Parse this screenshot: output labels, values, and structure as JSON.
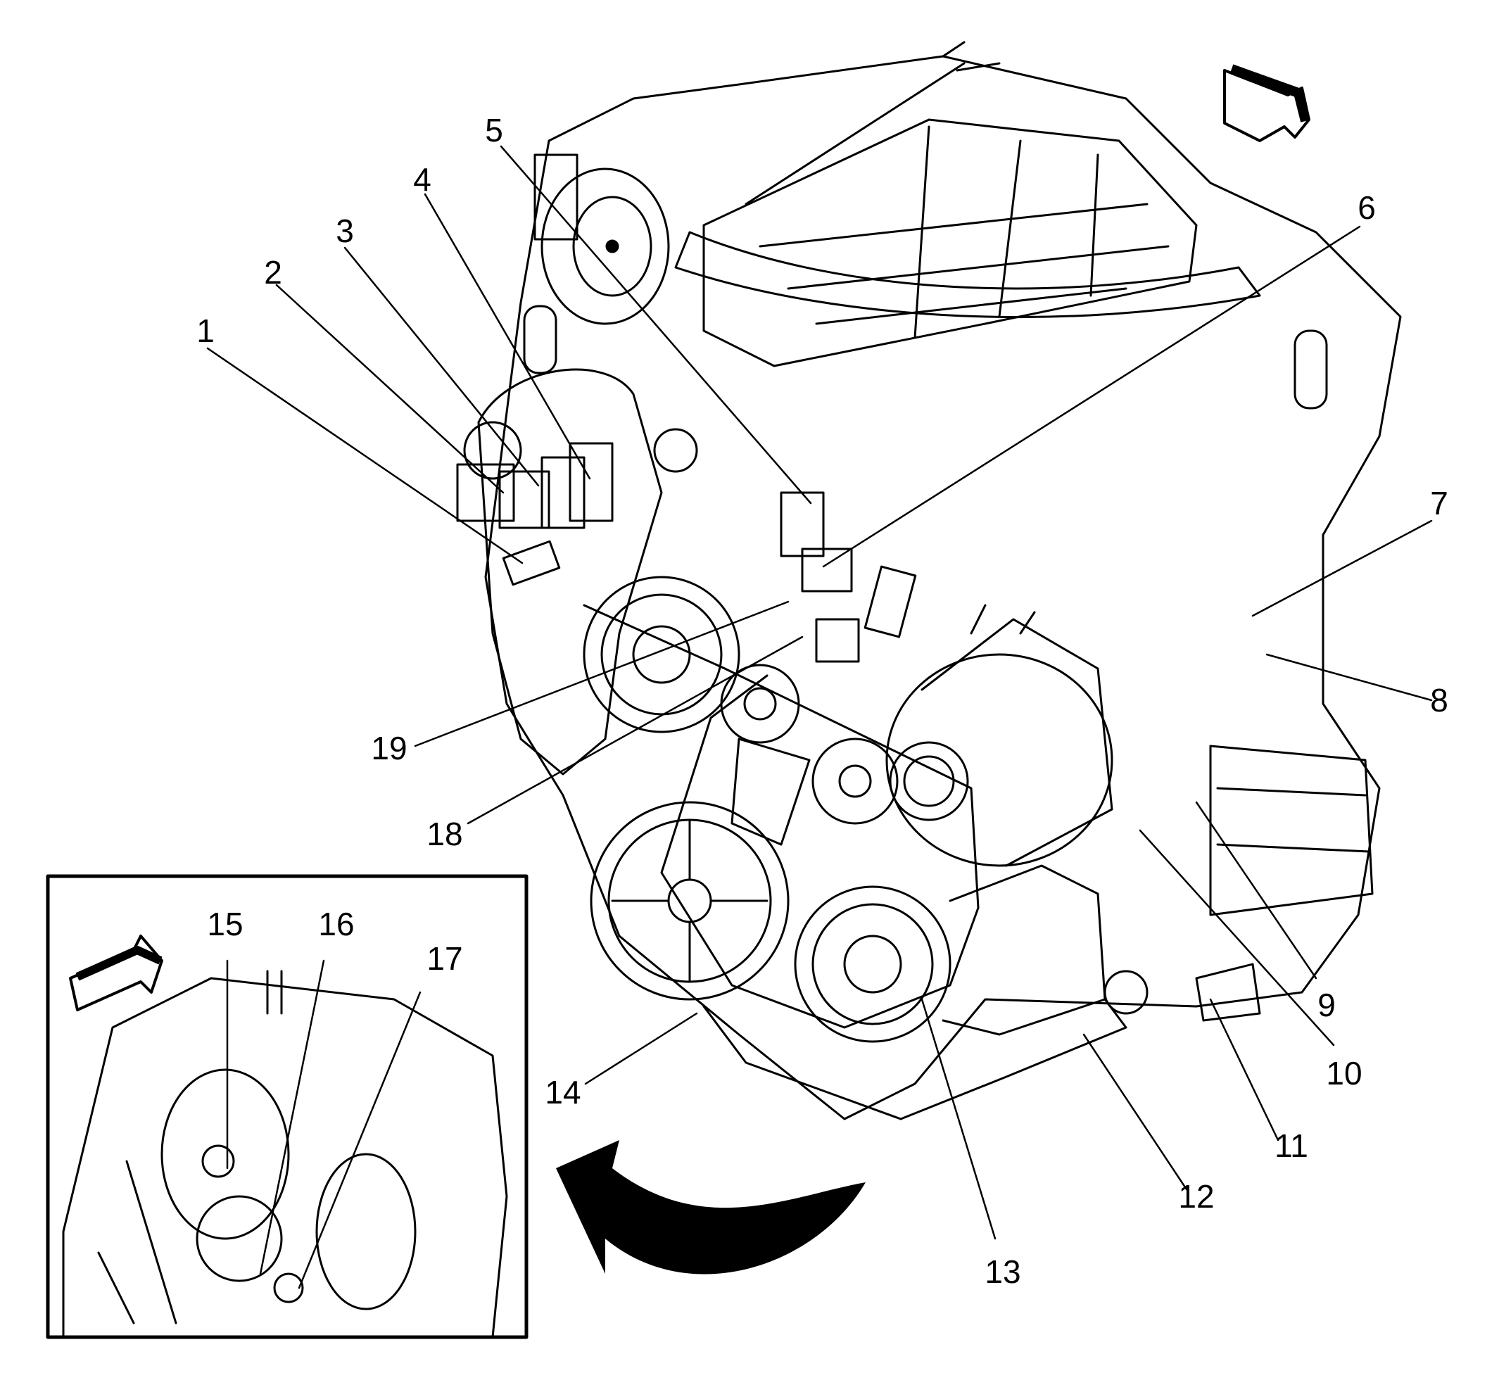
{
  "figure": {
    "callouts": [
      {
        "id": "callout-1",
        "label": "1"
      },
      {
        "id": "callout-2",
        "label": "2"
      },
      {
        "id": "callout-3",
        "label": "3"
      },
      {
        "id": "callout-4",
        "label": "4"
      },
      {
        "id": "callout-5",
        "label": "5"
      },
      {
        "id": "callout-6",
        "label": "6"
      },
      {
        "id": "callout-7",
        "label": "7"
      },
      {
        "id": "callout-8",
        "label": "8"
      },
      {
        "id": "callout-9",
        "label": "9"
      },
      {
        "id": "callout-10",
        "label": "10"
      },
      {
        "id": "callout-11",
        "label": "11"
      },
      {
        "id": "callout-12",
        "label": "12"
      },
      {
        "id": "callout-13",
        "label": "13"
      },
      {
        "id": "callout-14",
        "label": "14"
      },
      {
        "id": "callout-15",
        "label": "15"
      },
      {
        "id": "callout-16",
        "label": "16"
      },
      {
        "id": "callout-17",
        "label": "17"
      },
      {
        "id": "callout-18",
        "label": "18"
      },
      {
        "id": "callout-19",
        "label": "19"
      }
    ],
    "colors": {
      "ink": "#000000",
      "paper": "#ffffff"
    },
    "icons": [
      "direction-arrow-icon",
      "rotation-arrow-icon"
    ]
  }
}
